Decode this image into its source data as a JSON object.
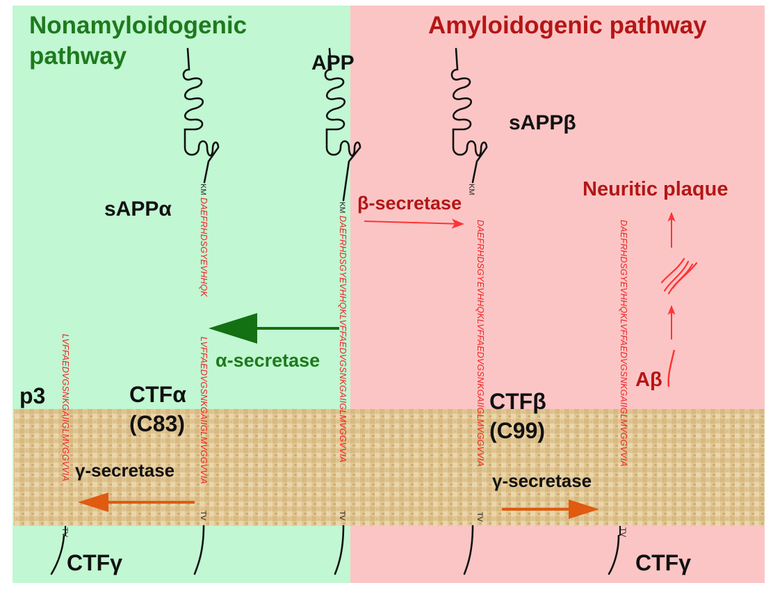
{
  "colors": {
    "nonamyloid_bg": "#c1f7d2",
    "amyloid_bg": "#fcc5c5",
    "membrane": "#e2c794",
    "green_text": "#1e7a1e",
    "red_text": "#b41616",
    "sequence": "#ee2222",
    "green_arrow": "#137013",
    "red_arrow": "#ff3333",
    "orange_arrow": "#e05a10"
  },
  "titles": {
    "nonamyloid_line1": "Nonamyloidogenic",
    "nonamyloid_line2": "pathway",
    "amyloid": "Amyloidogenic pathway"
  },
  "labels": {
    "app": "APP",
    "sapp_alpha": "sAPPα",
    "sapp_beta": "sAPPβ",
    "neuritic_plaque": "Neuritic plaque",
    "beta_secretase": "β-secretase",
    "alpha_secretase": "α-secretase",
    "gamma_secretase_left": "γ-secretase",
    "gamma_secretase_right": "γ-secretase",
    "p3": "p3",
    "ctf_alpha": "CTFα",
    "c83": "(C83)",
    "ctf_beta": "CTFβ",
    "c99": "(C99)",
    "abeta": "Aβ",
    "ctf_gamma_left": "CTFγ",
    "ctf_gamma_right": "CTFγ"
  },
  "sequences": {
    "km": "KM",
    "tv": "TV",
    "app_full": "DAEFRHDSGYEVHHQKLVFFAEDVGSNKGAIIGLMVGGVVIA",
    "sapp_alpha_tail": "DAEFRHDSGYEVHHQK",
    "ctf_alpha_seq": "LVFFAEDVGSNKGAIIGLMVGGVVIA",
    "p3_seq": "LVFFAEDVGSNKGAIIGLMVGGVVIA",
    "ctf_beta_seq": "DAEFRHDSGYEVHHQKLVFFAEDVGSNKGAIIGLMVGGVVIA",
    "abeta_seq": "DAEFRHDSGYEVHHQKLVFFAEDVGSNKGAIIGLMVGGVVIA"
  }
}
